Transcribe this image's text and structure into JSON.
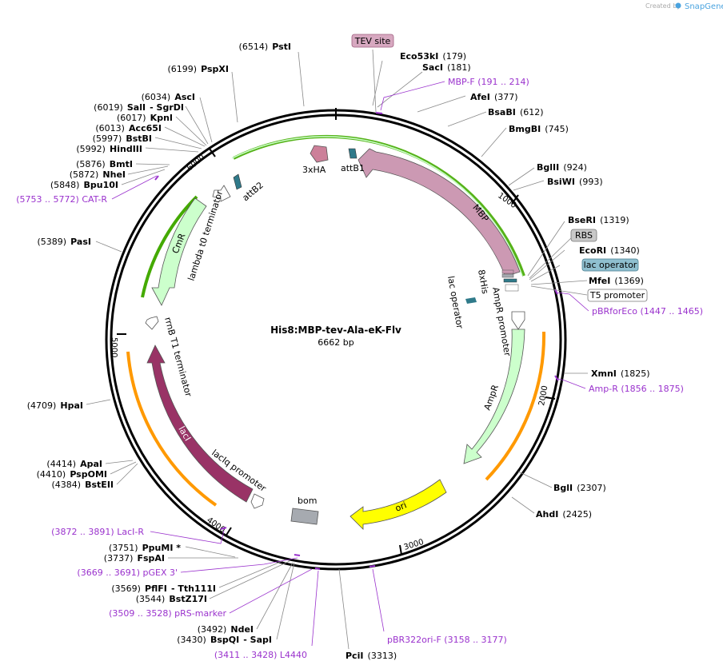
{
  "header": {
    "credit": "Created by",
    "brand": "SnapGene"
  },
  "plasmid": {
    "name": "His8:MBP-tev-Ala-eK-Flv",
    "length_label": "6662 bp"
  },
  "ticks": [
    "1000",
    "2000",
    "3000",
    "4000",
    "5000",
    "6000"
  ],
  "sites": [
    {
      "pos": "(6514)",
      "name": "PstI"
    },
    {
      "pos": "(6199)",
      "name": "PspXI"
    },
    {
      "pos": "(6034)",
      "name": "AscI"
    },
    {
      "pos": "(6019)",
      "name": "SalI",
      "name2": "- SgrDI"
    },
    {
      "pos": "(6017)",
      "name": "KpnI"
    },
    {
      "pos": "(6013)",
      "name": "Acc65I"
    },
    {
      "pos": "(5997)",
      "name": "BstBI"
    },
    {
      "pos": "(5992)",
      "name": "HindIII"
    },
    {
      "pos": "(5876)",
      "name": "BmtI"
    },
    {
      "pos": "(5872)",
      "name": "NheI"
    },
    {
      "pos": "(5848)",
      "name": "Bpu10I"
    },
    {
      "pos": "(5389)",
      "name": "PasI"
    },
    {
      "pos": "(4709)",
      "name": "HpaI"
    },
    {
      "pos": "(4414)",
      "name": "ApaI"
    },
    {
      "pos": "(4410)",
      "name": "PspOMI"
    },
    {
      "pos": "(4384)",
      "name": "BstEII"
    },
    {
      "pos": "(3751)",
      "name": "PpuMI *"
    },
    {
      "pos": "(3737)",
      "name": "FspAI"
    },
    {
      "pos": "(3569)",
      "name": "PflFI",
      "name2": "- Tth111I"
    },
    {
      "pos": "(3544)",
      "name": "BstZ17I"
    },
    {
      "pos": "(3492)",
      "name": "NdeI"
    },
    {
      "pos": "(3430)",
      "name": "BspQI",
      "name2": "- SapI"
    },
    {
      "pos": "(3313)",
      "name": "PciI"
    },
    {
      "pos": "(179)",
      "name": "Eco53kI"
    },
    {
      "pos": "(181)",
      "name": "SacI"
    },
    {
      "pos": "(377)",
      "name": "AfeI"
    },
    {
      "pos": "(612)",
      "name": "BsaBI"
    },
    {
      "pos": "(745)",
      "name": "BmgBI"
    },
    {
      "pos": "(924)",
      "name": "BglII"
    },
    {
      "pos": "(993)",
      "name": "BsiWI"
    },
    {
      "pos": "(1319)",
      "name": "BseRI"
    },
    {
      "pos": "(1340)",
      "name": "EcoRI"
    },
    {
      "pos": "(1369)",
      "name": "MfeI"
    },
    {
      "pos": "(1825)",
      "name": "XmnI"
    },
    {
      "pos": "(2307)",
      "name": "BglI"
    },
    {
      "pos": "(2425)",
      "name": "AhdI"
    }
  ],
  "primers": [
    {
      "name": "MBP-F",
      "range": "(191 .. 214)"
    },
    {
      "name": "CAT-R",
      "range": "(5753 .. 5772)"
    },
    {
      "name": "pBRforEco",
      "range": "(1447 .. 1465)"
    },
    {
      "name": "Amp-R",
      "range": "(1856 .. 1875)"
    },
    {
      "name": "LacI-R",
      "range": "(3872 .. 3891)"
    },
    {
      "name": "pGEX 3'",
      "range": "(3669 .. 3691)"
    },
    {
      "name": "pRS-marker",
      "range": "(3509 .. 3528)"
    },
    {
      "name": "L4440",
      "range": "(3411 .. 3428)"
    },
    {
      "name": "pBR322ori-F",
      "range": "(3158 .. 3177)"
    }
  ],
  "boxes": [
    {
      "name": "TEV site",
      "fill": "#d7a8c0"
    },
    {
      "name": "RBS",
      "fill": "#c8c8c8"
    },
    {
      "name": "lac operator",
      "fill": "#8fbfcf"
    },
    {
      "name": "T5 promoter",
      "fill": "#ffffff"
    }
  ],
  "features": {
    "mbp": "MBP",
    "his": "8xHis",
    "ha": "3xHA",
    "attb1": "attB1",
    "attb2": "attB2",
    "lambda": "lambda t0 terminator",
    "cmr": "CmR",
    "rrnb": "rrnB T1 terminator",
    "laci": "lacI",
    "laciq": "lacIq promoter",
    "bom": "bom",
    "ori": "ori",
    "ampr": "AmpR",
    "amprprom": "AmpR promoter",
    "lacop": "lac operator"
  },
  "colors": {
    "mbp": "#cc99b3",
    "green": "#ccffcc",
    "laci": "#993366",
    "ori": "#ffff00",
    "bom": "#a6aab0",
    "attb": "#2f7a8a",
    "ha": "#cc8099",
    "primer": "#9a32cd",
    "outline_green": "#44aa00",
    "outline_orange": "#ff9900"
  }
}
